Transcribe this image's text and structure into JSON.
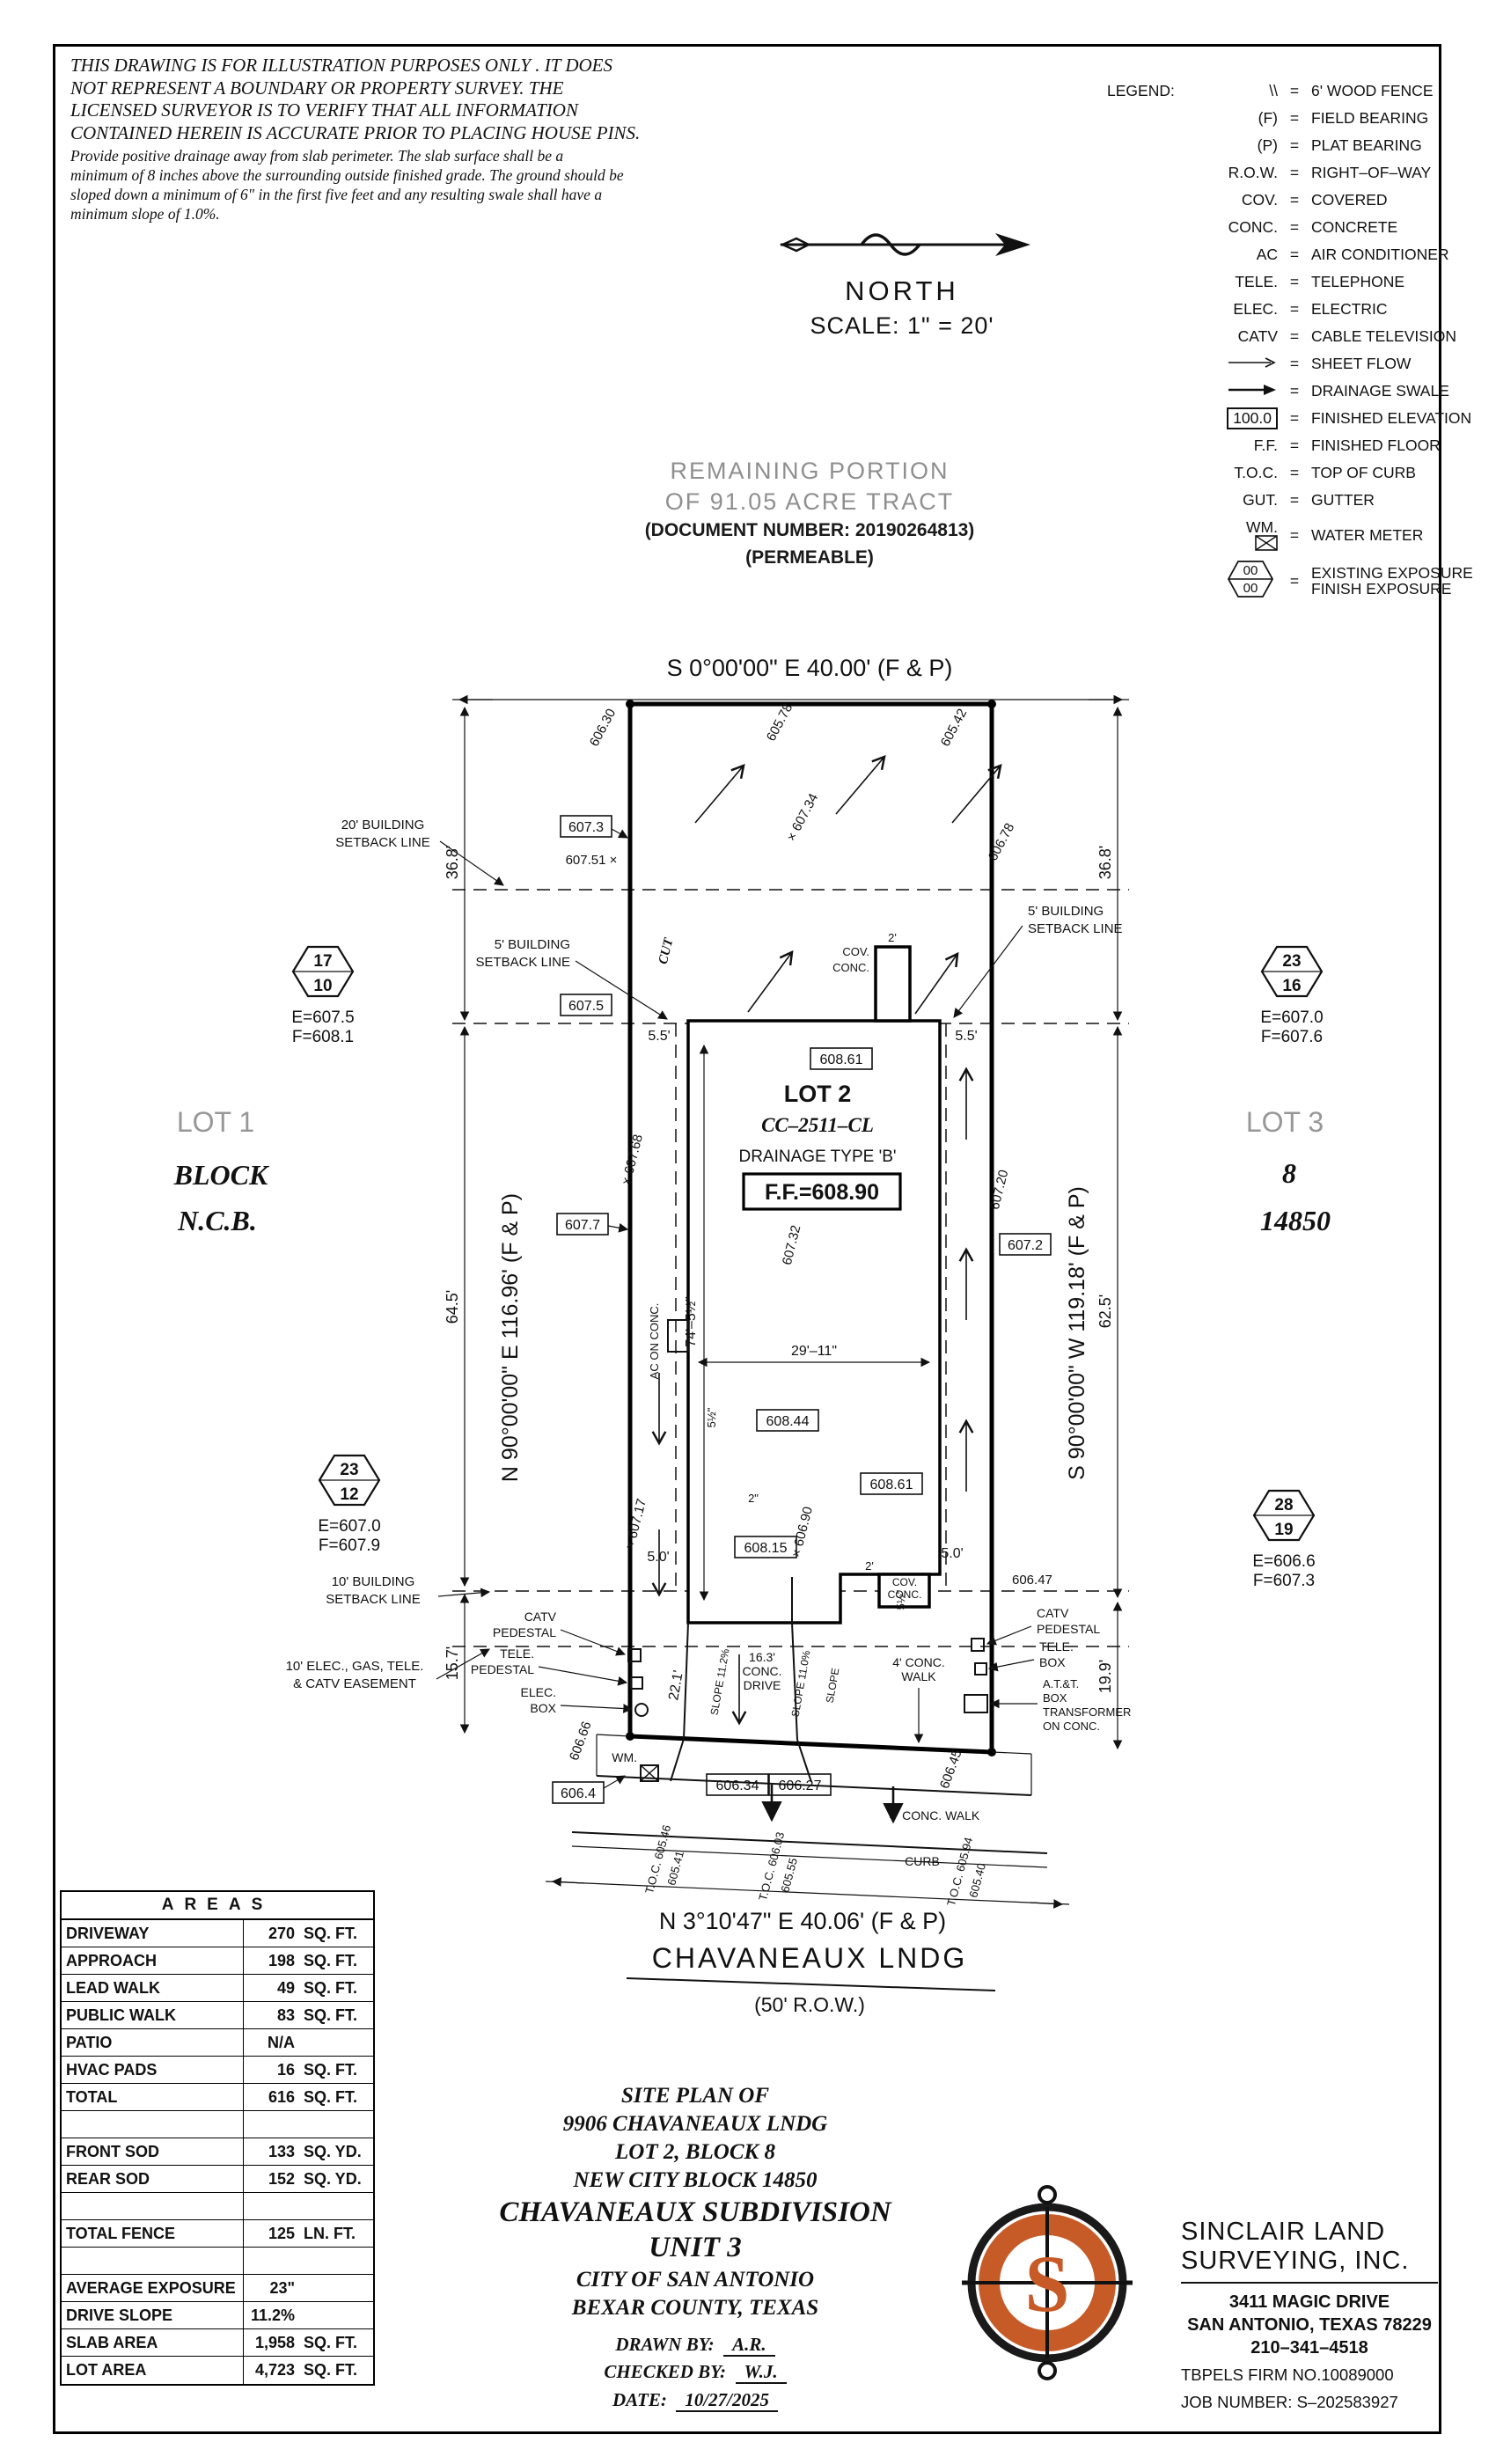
{
  "colors": {
    "logo_orange": "#c75b28"
  },
  "disclaimer": {
    "para1": [
      "THIS DRAWING IS FOR ILLUSTRATION PURPOSES ONLY . IT DOES",
      "NOT REPRESENT A BOUNDARY OR PROPERTY SURVEY. THE",
      "LICENSED SURVEYOR IS TO VERIFY THAT ALL INFORMATION",
      "CONTAINED HEREIN IS ACCURATE PRIOR TO PLACING HOUSE PINS."
    ],
    "para2": [
      "Provide positive drainage away from slab perimeter. The slab surface shall be a",
      "minimum of 8 inches above the surrounding outside finished grade. The ground should be",
      "sloped down a minimum of 6\" in the first five feet and any resulting swale shall have a",
      "minimum slope of 1.0%."
    ]
  },
  "legend": {
    "title": "LEGEND:",
    "eq": "=",
    "items": [
      {
        "abbr": "\\\\",
        "text": "6' WOOD FENCE"
      },
      {
        "abbr": "(F)",
        "text": "FIELD BEARING"
      },
      {
        "abbr": "(P)",
        "text": "PLAT BEARING"
      },
      {
        "abbr": "R.O.W.",
        "text": "RIGHT–OF–WAY"
      },
      {
        "abbr": "COV.",
        "text": "COVERED"
      },
      {
        "abbr": "CONC.",
        "text": "CONCRETE"
      },
      {
        "abbr": "AC",
        "text": "AIR CONDITIONER"
      },
      {
        "abbr": "TELE.",
        "text": "TELEPHONE"
      },
      {
        "abbr": "ELEC.",
        "text": "ELECTRIC"
      },
      {
        "abbr": "CATV",
        "text": "CABLE TELEVISION"
      },
      {
        "abbr": "",
        "text": "SHEET FLOW"
      },
      {
        "abbr": "",
        "text": "DRAINAGE SWALE"
      },
      {
        "abbr": "100.0",
        "text": "FINISHED ELEVATION"
      },
      {
        "abbr": "F.F.",
        "text": "FINISHED FLOOR"
      },
      {
        "abbr": "T.O.C.",
        "text": "TOP OF CURB"
      },
      {
        "abbr": "GUT.",
        "text": "GUTTER"
      },
      {
        "abbr": "WM.",
        "text": "WATER METER"
      },
      {
        "abbr_top": "00",
        "abbr_bottom": "00",
        "text": "EXISTING EXPOSURE",
        "text2": "FINISH EXPOSURE"
      }
    ]
  },
  "north": {
    "label": "NORTH",
    "scale": "SCALE:  1\" = 20'"
  },
  "tract": {
    "l1": "REMAINING PORTION",
    "l2": "OF 91.05 ACRE TRACT",
    "l3": "(DOCUMENT NUMBER: 20190264813)",
    "l4": "(PERMEABLE)"
  },
  "plan": {
    "bearing_top": "S 0°00'00\" E 40.00' (F & P)",
    "bearing_left": "N 90°00'00\" E 116.96' (F & P)",
    "bearing_right": "S 90°00'00\" W 119.18' (F & P)",
    "bearing_bottom": "N 3°10'47\" E 40.06' (F & P)",
    "street": "CHAVANEAUX LNDG",
    "row_label": "(50' R.O.W.)",
    "lot1": [
      "LOT 1",
      "BLOCK",
      "N.C.B."
    ],
    "lot3": [
      "LOT 3",
      "8",
      "14850"
    ],
    "lot2": {
      "name": "LOT 2",
      "cc": "CC–2511–CL",
      "drainage": "DRAINAGE TYPE 'B'",
      "ff": "F.F.=608.90"
    },
    "markers": [
      {
        "t": "17",
        "b": "10",
        "e": "E=607.5",
        "f": "F=608.1"
      },
      {
        "t": "23",
        "b": "16",
        "e": "E=607.0",
        "f": "F=607.6"
      },
      {
        "t": "23",
        "b": "12",
        "e": "E=607.0",
        "f": "F=607.9"
      },
      {
        "t": "28",
        "b": "19",
        "e": "E=606.6",
        "f": "F=607.3"
      }
    ],
    "boxed": [
      "607.3",
      "607.5",
      "607.7",
      "607.2",
      "608.61",
      "608.44",
      "608.15",
      "608.61",
      "606.34",
      "606.27",
      "606.4"
    ],
    "spot": [
      "606.30",
      "605.78",
      "605.42",
      "× 607.34",
      "606.78",
      "607.51 ×",
      "× 607.68",
      "607.32",
      "607.20",
      "× 607.17",
      "× 606.90",
      "606.47",
      "606.66",
      "606.45"
    ],
    "toc": [
      "T.O.C. 605.46",
      "605.41",
      "T.O.C. 606.03",
      "605.55",
      "T.O.C. 605.94",
      "605.40"
    ],
    "dims": {
      "d36l": "36.8'",
      "d64": "64.5'",
      "d15": "15.7'",
      "d36r": "36.8'",
      "d62": "62.5'",
      "d19": "19.9'",
      "d55l": "5.5'",
      "d55r": "5.5'",
      "d50l": "5.0'",
      "d50r": "5.0'",
      "depth": "74'–5½\"",
      "width": "29'–11\"",
      "d221": "22.1'",
      "half1": "5½\"",
      "half2": "5½\"",
      "step": "2\"",
      "p2top": "2'",
      "p2bot": "2'"
    },
    "labels": {
      "setback20a": "20' BUILDING",
      "setback20b": "SETBACK LINE",
      "setback5la": "5' BUILDING",
      "setback5lb": "SETBACK LINE",
      "setback5ra": "5' BUILDING",
      "setback5rb": "SETBACK LINE",
      "setback10a": "10' BUILDING",
      "setback10b": "SETBACK LINE",
      "easementa": "10' ELEC., GAS, TELE.",
      "easementb": "& CATV EASEMENT",
      "cut": "CUT",
      "ac": "AC ON CONC.",
      "cov1": "COV.",
      "cov2": "CONC.",
      "covb1": "COV.",
      "covb2": "CONC.",
      "wm": "WM.",
      "catv_l1": "CATV",
      "catv_l2": "PEDESTAL",
      "tele_l1": "TELE.",
      "tele_l2": "PEDESTAL",
      "elec_l1": "ELEC.",
      "elec_l2": "BOX",
      "catv_r1": "CATV",
      "catv_r2": "PEDESTAL",
      "tele_r1": "TELE.",
      "tele_r2": "BOX",
      "att1": "A.T.&T.",
      "att2": "BOX",
      "att3": "TRANSFORMER",
      "att4": "ON CONC.",
      "drive1": "16.3'",
      "drive2": "CONC.",
      "drive3": "DRIVE",
      "slope1": "SLOPE 11.2%",
      "slope2": "SLOPE 11.0%",
      "slope3": "SLOPE",
      "walk1a": "4' CONC.",
      "walk1b": "WALK",
      "walk2": "4' CONC. WALK",
      "curb": "CURB"
    }
  },
  "areas": {
    "title": "AREAS",
    "rows": [
      {
        "label": "DRIVEWAY",
        "num": "270",
        "unit": "SQ. FT."
      },
      {
        "label": "APPROACH",
        "num": "198",
        "unit": "SQ. FT."
      },
      {
        "label": "LEAD WALK",
        "num": "49",
        "unit": "SQ. FT."
      },
      {
        "label": "PUBLIC WALK",
        "num": "83",
        "unit": "SQ. FT."
      },
      {
        "label": "PATIO",
        "num": "N/A",
        "unit": ""
      },
      {
        "label": "HVAC PADS",
        "num": "16",
        "unit": "SQ. FT."
      },
      {
        "label": "TOTAL",
        "num": "616",
        "unit": "SQ. FT."
      },
      {
        "label": "",
        "num": "",
        "unit": ""
      },
      {
        "label": "FRONT SOD",
        "num": "133",
        "unit": "SQ. YD."
      },
      {
        "label": "REAR SOD",
        "num": "152",
        "unit": "SQ. YD."
      },
      {
        "label": "",
        "num": "",
        "unit": ""
      },
      {
        "label": "TOTAL FENCE",
        "num": "125",
        "unit": "LN. FT."
      },
      {
        "label": "",
        "num": "",
        "unit": ""
      },
      {
        "label": "AVERAGE EXPOSURE",
        "num": "23\"",
        "unit": ""
      },
      {
        "label": "DRIVE SLOPE",
        "num": "11.2%",
        "unit": ""
      },
      {
        "label": "SLAB AREA",
        "num": "1,958",
        "unit": "SQ. FT."
      },
      {
        "label": "LOT AREA",
        "num": "4,723",
        "unit": "SQ. FT."
      }
    ]
  },
  "title_block": {
    "lines": [
      "SITE PLAN OF",
      "9906 CHAVANEAUX LNDG",
      "LOT 2, BLOCK 8",
      "NEW CITY BLOCK 14850",
      "CHAVANEAUX SUBDIVISION",
      "UNIT 3",
      "CITY OF SAN ANTONIO",
      "BEXAR COUNTY, TEXAS"
    ],
    "drawn_label": "DRAWN BY:",
    "drawn": "A.R.",
    "checked_label": "CHECKED BY:",
    "checked": "W.J.",
    "date_label": "DATE:",
    "date": "10/27/2025"
  },
  "surveyor": {
    "name1": "SINCLAIR LAND",
    "name2": "SURVEYING, INC.",
    "addr1": "3411 MAGIC DRIVE",
    "addr2": "SAN ANTONIO, TEXAS 78229",
    "phone": "210–341–4518",
    "firm": "TBPELS FIRM NO.10089000",
    "job": "JOB NUMBER: S–202583927",
    "logo_letter": "S"
  }
}
